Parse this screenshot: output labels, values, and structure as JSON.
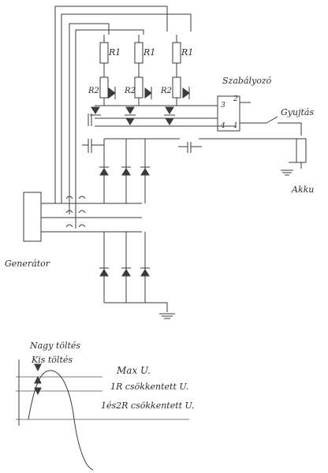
{
  "schematic": {
    "resistors": [
      "R1",
      "R1",
      "R1"
    ],
    "resistors_2": [
      "R2",
      "R2",
      "R2"
    ],
    "regulator": {
      "title": "Szabályozó",
      "pin_top_left": "3",
      "pin_top_right": "2",
      "pin_bottom_left": "4",
      "pin_bottom_right": "1"
    },
    "ignition_label": "Gyujtás",
    "battery_label": "Akku",
    "generator_label": "Generátor"
  },
  "graph": {
    "label_nagy": "Nagy töltés",
    "label_kis": "Kis töltés",
    "level_max": "Max U.",
    "level_1r": "1R csökkentett U.",
    "level_2r": "1és2R csökkentett U."
  }
}
